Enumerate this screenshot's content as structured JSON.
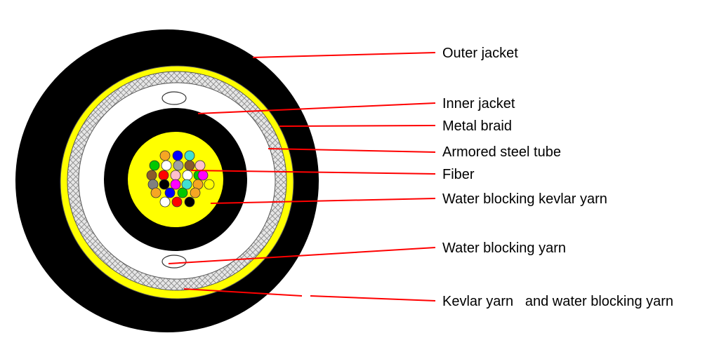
{
  "colors": {
    "jacket": "#000000",
    "kevlar": "#ffff00",
    "braid_fill": "#e6e6e6",
    "braid_hatch": "#888888",
    "tube": "#ffffff",
    "leader": "#ff0000",
    "outline": "#555555"
  },
  "labels": [
    {
      "key": "outer-jacket",
      "text": "Outer jacket"
    },
    {
      "key": "inner-jacket",
      "text": "Inner jacket"
    },
    {
      "key": "metal-braid",
      "text": "Metal braid"
    },
    {
      "key": "armored-steel-tube",
      "text": "Armored steel tube"
    },
    {
      "key": "fiber",
      "text": "Fiber"
    },
    {
      "key": "water-blocking-kevlar-yarn",
      "text": "Water blocking kevlar yarn"
    },
    {
      "key": "water-blocking-yarn",
      "text": "Water blocking yarn"
    },
    {
      "key": "kevlar-and-water-blocking-yarn",
      "text": "Kevlar yarn   and water blocking yarn"
    }
  ],
  "fiber_colors": [
    "#f5a623",
    "#0000ff",
    "#40e0d0",
    "#00c800",
    "#ffffff",
    "#a0a0a0",
    "#8b5a2b",
    "#ffc0cb",
    "#8b5a2b",
    "#ff0000",
    "#ffc0cb",
    "#ffffff",
    "#00c800",
    "#ff00ff",
    "#808080",
    "#000000",
    "#ff00ff",
    "#40e0d0",
    "#f5a623",
    "#ffff00",
    "#f5a623",
    "#0000ff",
    "#00c800",
    "#f5a623",
    "#ffffff",
    "#ff0000",
    "#000000"
  ]
}
